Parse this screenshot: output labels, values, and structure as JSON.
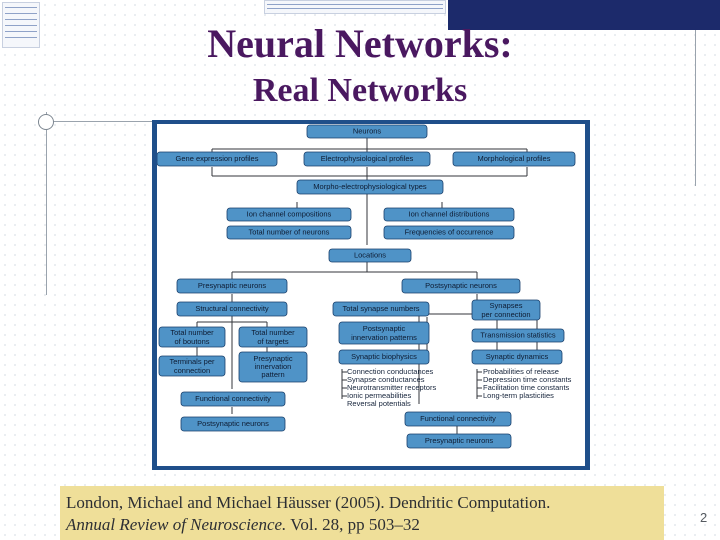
{
  "slide": {
    "title_line1": "Neural Networks:",
    "title_line2": "Real Networks",
    "page_number": "2"
  },
  "citation": {
    "line1": "London, Michael and Michael Häusser (2005). Dendritic Computation.",
    "journal": "Annual Review of Neuroscience.",
    "details": " Vol. 28, pp 503–32"
  },
  "diagram": {
    "root": "Neurons",
    "row1": [
      "Gene expression profiles",
      "Electrophysiological profiles",
      "Morphological profiles"
    ],
    "morpho": "Morpho-electrophysiological types",
    "ion_compositions": "Ion channel compositions",
    "ion_distributions": "Ion channel distributions",
    "total_neurons": "Total number of neurons",
    "frequencies": "Frequencies of occurrence",
    "locations": "Locations",
    "presynaptic": "Presynaptic neurons",
    "postsynaptic": "Postsynaptic neurons",
    "structural": "Structural connectivity",
    "total_synapse": "Total synapse numbers",
    "synapses_per_connection": [
      "Synapses",
      "per connection"
    ],
    "total_boutons": [
      "Total number",
      "of boutons"
    ],
    "total_targets": [
      "Total number",
      "of targets"
    ],
    "postsyn_innervation": [
      "Postsynaptic",
      "innervation patterns"
    ],
    "transmission": "Transmission statistics",
    "terminals": [
      "Terminals per",
      "connection"
    ],
    "presyn_innervation": [
      "Presynaptic",
      "innervation",
      "pattern"
    ],
    "biophysics": "Synaptic biophysics",
    "dynamics": "Synaptic dynamics",
    "biophysics_list": [
      "Connection conductances",
      "Synapse conductances",
      "Neurotransmitter receptors",
      "Ionic permeabilities",
      "Reversal potentials"
    ],
    "dynamics_list": [
      "Probabilities of release",
      "Depression time constants",
      "Facilitation time constants",
      "Long-term plasticities"
    ],
    "functional": "Functional connectivity",
    "postsyn_bottom": "Postsynaptic neurons",
    "functional_right": "Functional connectivity",
    "presyn_bottom": "Presynaptic neurons"
  },
  "colors": {
    "title": "#4a1860",
    "accent_bar": "#1c2a6b",
    "figure_border": "#1f4f8a",
    "node_fill": "#4f93c7",
    "citation_bg": "#efdf99"
  }
}
